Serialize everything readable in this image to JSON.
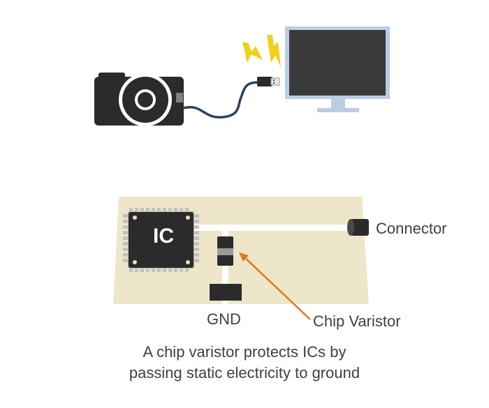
{
  "diagram": {
    "ic_label": "IC",
    "connector_label": "Connector",
    "gnd_label": "GND",
    "varistor_label": "Chip Varistor",
    "caption_line1": "A chip varistor protects ICs by",
    "caption_line2": "passing static electricity to ground"
  },
  "colors": {
    "board": "#eee6c8",
    "trace": "#ffffff",
    "chip": "#2b2b2b",
    "arrow": "#e8731e",
    "spark": "#f2cf1b",
    "cable": "#2e3f63",
    "monitor_frame": "#b9cde4",
    "screen": "#3a3a3a",
    "text": "#404040"
  }
}
